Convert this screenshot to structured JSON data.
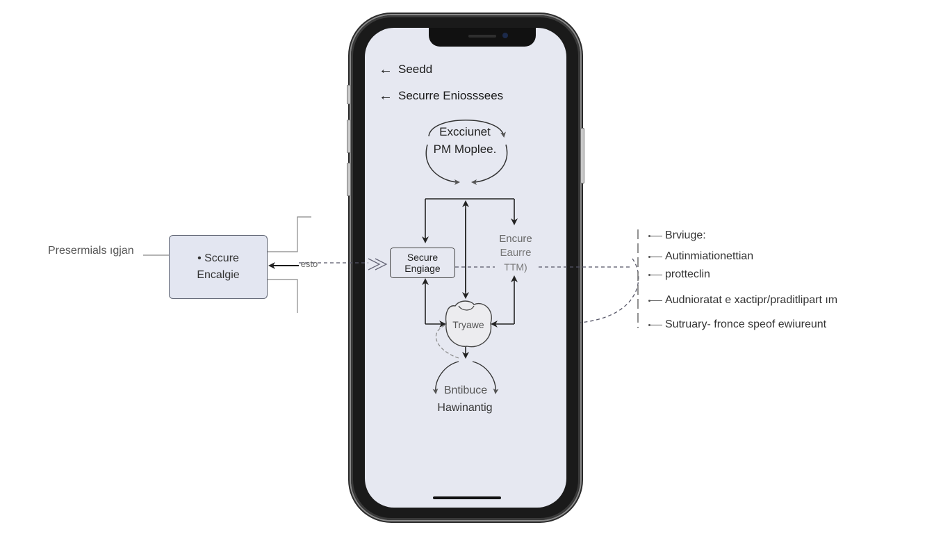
{
  "phone": {
    "nav": [
      {
        "icon": "arrow-left-icon",
        "label": "Seedd"
      },
      {
        "icon": "arrow-left-icon",
        "label": "Securre Eniosssees"
      }
    ],
    "cycle_node": {
      "line1": "Excciunet",
      "line2": "PM Moplee."
    },
    "secure_box": {
      "line1": "Secure",
      "line2": "Engiage"
    },
    "encure_node": {
      "line1": "Encure",
      "line2": "Eaurre",
      "line3": "TTM)"
    },
    "center_node": {
      "label": "Tryawe"
    },
    "bottom_node": {
      "line1": "Bntibuce",
      "line2": "Hawinantig"
    }
  },
  "left": {
    "caption": "Presermials ıgjan",
    "box": {
      "bullet": "•",
      "line1": "Sccure",
      "line2": "Encalgie"
    },
    "connector_label": "esto"
  },
  "legend": {
    "items": [
      "Brviuge:",
      "Autinmiationettian",
      "protteclin",
      "Audnioratat e xactipr/praditlipart ım",
      "Sutruary- fronce speof ewiureunt"
    ]
  }
}
